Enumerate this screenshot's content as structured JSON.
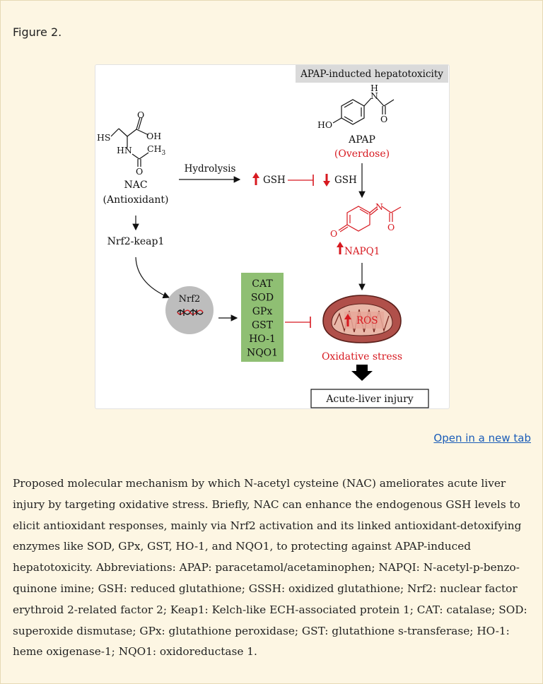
{
  "figure_label": "Figure 2.",
  "diagram": {
    "header": "APAP-inducted hepatotoxicity",
    "nac": {
      "name": "NAC",
      "role": "(Antioxidant)",
      "atoms": {
        "sh": "HS",
        "o_top": "O",
        "oh": "OH",
        "hn": "HN",
        "ch3": "CH",
        "ch3_sub": "3",
        "o_bottom": "O"
      }
    },
    "hydrolysis": "Hydrolysis",
    "gsh_up": "GSH",
    "gsh_down": "GSH",
    "apap": {
      "name": "APAP",
      "note": "(Overdose)",
      "atoms": {
        "ho": "HO",
        "n": "N",
        "h": "H",
        "o": "O"
      }
    },
    "napqi": {
      "name": "NAPQ1",
      "atoms": {
        "o": "O",
        "n": "N",
        "o2": "O"
      }
    },
    "nrf2_keap1": "Nrf2-keap1",
    "nrf2": "Nrf2",
    "enzymes": [
      "CAT",
      "SOD",
      "GPx",
      "GST",
      "HO-1",
      "NQO1"
    ],
    "ros": "ROS",
    "oxidative_stress": "Oxidative stress",
    "outcome": "Acute-liver injury",
    "colors": {
      "red": "#d71920",
      "green": "#8fbf73",
      "grey": "#bdbdbd",
      "mito": "#b0504a"
    }
  },
  "open_link": "Open in a new tab",
  "caption": "Proposed molecular mechanism by which N-acetyl cysteine (NAC) ameliorates acute liver injury by targeting oxidative stress. Briefly, NAC can enhance the endogenous GSH levels to elicit antioxidant responses, mainly via Nrf2 activation and its linked antioxidant-detoxifying enzymes like SOD, GPx, GST, HO-1, and NQO1, to protecting against APAP-induced hepatotoxicity. Abbreviations: APAP: paracetamol/acetaminophen; NAPQI: N-acetyl-p-benzo-quinone imine; GSH: reduced glutathione; GSSH: oxidized glutathione; Nrf2: nuclear factor erythroid 2-related factor 2; Keap1: Kelch-like ECH-associated protein 1; CAT: catalase; SOD: superoxide dismutase; GPx: glutathione peroxidase; GST: glutathione s-transferase; HO-1: heme oxigenase-1; NQO1: oxidoreductase 1."
}
